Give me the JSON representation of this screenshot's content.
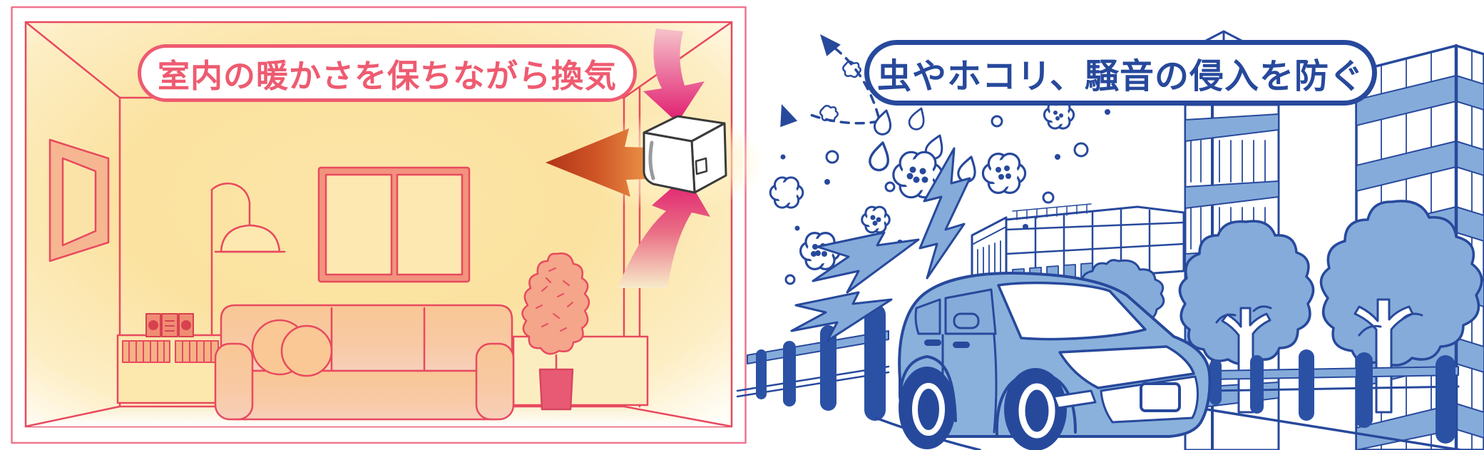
{
  "left_panel": {
    "caption": "室内の暖かさを保ちながら換気",
    "theme": {
      "line_red": "#e8495f",
      "frame_pink": "#f0758f",
      "wall_yellow": "#fbe3a3",
      "window_salmon": "#f2937e",
      "arrow_crimson": "#e01a6e",
      "arrow_heat_red": "#b23418"
    },
    "objects": [
      "picture-frame",
      "floor-lamp",
      "stereo",
      "cabinet",
      "window",
      "sofa",
      "cushions",
      "potted-plant",
      "sideboard",
      "ventilation-unit",
      "warm-air-arrow",
      "intake-arrow",
      "exhaust-arrow"
    ]
  },
  "right_panel": {
    "caption": "虫やホコリ、騒音の侵入を防ぐ",
    "theme": {
      "line_blue": "#27499c",
      "fill_blue": "#85abda"
    },
    "objects": [
      "flying-insects",
      "rain-drops",
      "pollen-dust",
      "noise-lightning",
      "car",
      "buildings",
      "street-trees",
      "guard-fence",
      "road"
    ]
  }
}
